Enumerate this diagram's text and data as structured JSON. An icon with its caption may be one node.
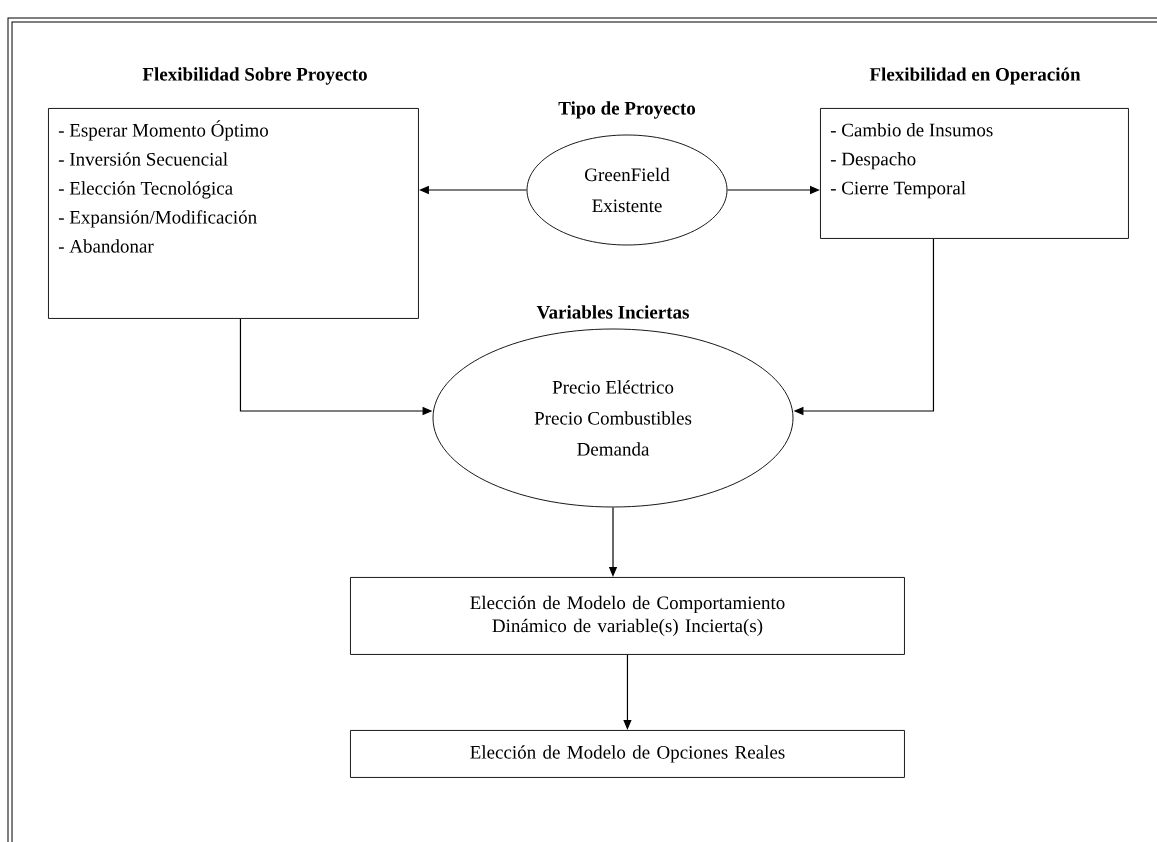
{
  "diagram": {
    "nodes": [
      {
        "text": [
          "Flexibilidad Sobre Proyecto",
          "- Esperar Momento Óptimo",
          "- Inversión Secuencial",
          "- Elección Tecnológica",
          "- Expansión/Modificación",
          "- Abandonar"
        ]
      },
      {
        "text": [
          "Tipo de Proyecto",
          "GreenField",
          "Existente"
        ]
      },
      {
        "text": [
          "Flexibilidad en Operación",
          "- Cambio de Insumos",
          "- Despacho",
          "- Cierre Temporal"
        ]
      },
      {
        "text": [
          "Variables Inciertas",
          "Precio Eléctrico",
          "Precio Combustibles",
          "Demanda"
        ]
      },
      {
        "text": [
          "Elección de Modelo de Comportamiento Dinámico de variable(s) Incierta(s)"
        ]
      },
      {
        "text": [
          "Elección de Modelo de Opciones Reales"
        ]
      }
    ],
    "edges": [
      {
        "from": 1,
        "to": 0,
        "arrow": "to"
      },
      {
        "from": 1,
        "to": 2,
        "arrow": "to"
      },
      {
        "from": 0,
        "to": 3,
        "arrow": "to"
      },
      {
        "from": 2,
        "to": 3,
        "arrow": "to"
      },
      {
        "from": 3,
        "to": 4,
        "arrow": "to"
      },
      {
        "from": 4,
        "to": 5,
        "arrow": "to"
      }
    ]
  }
}
